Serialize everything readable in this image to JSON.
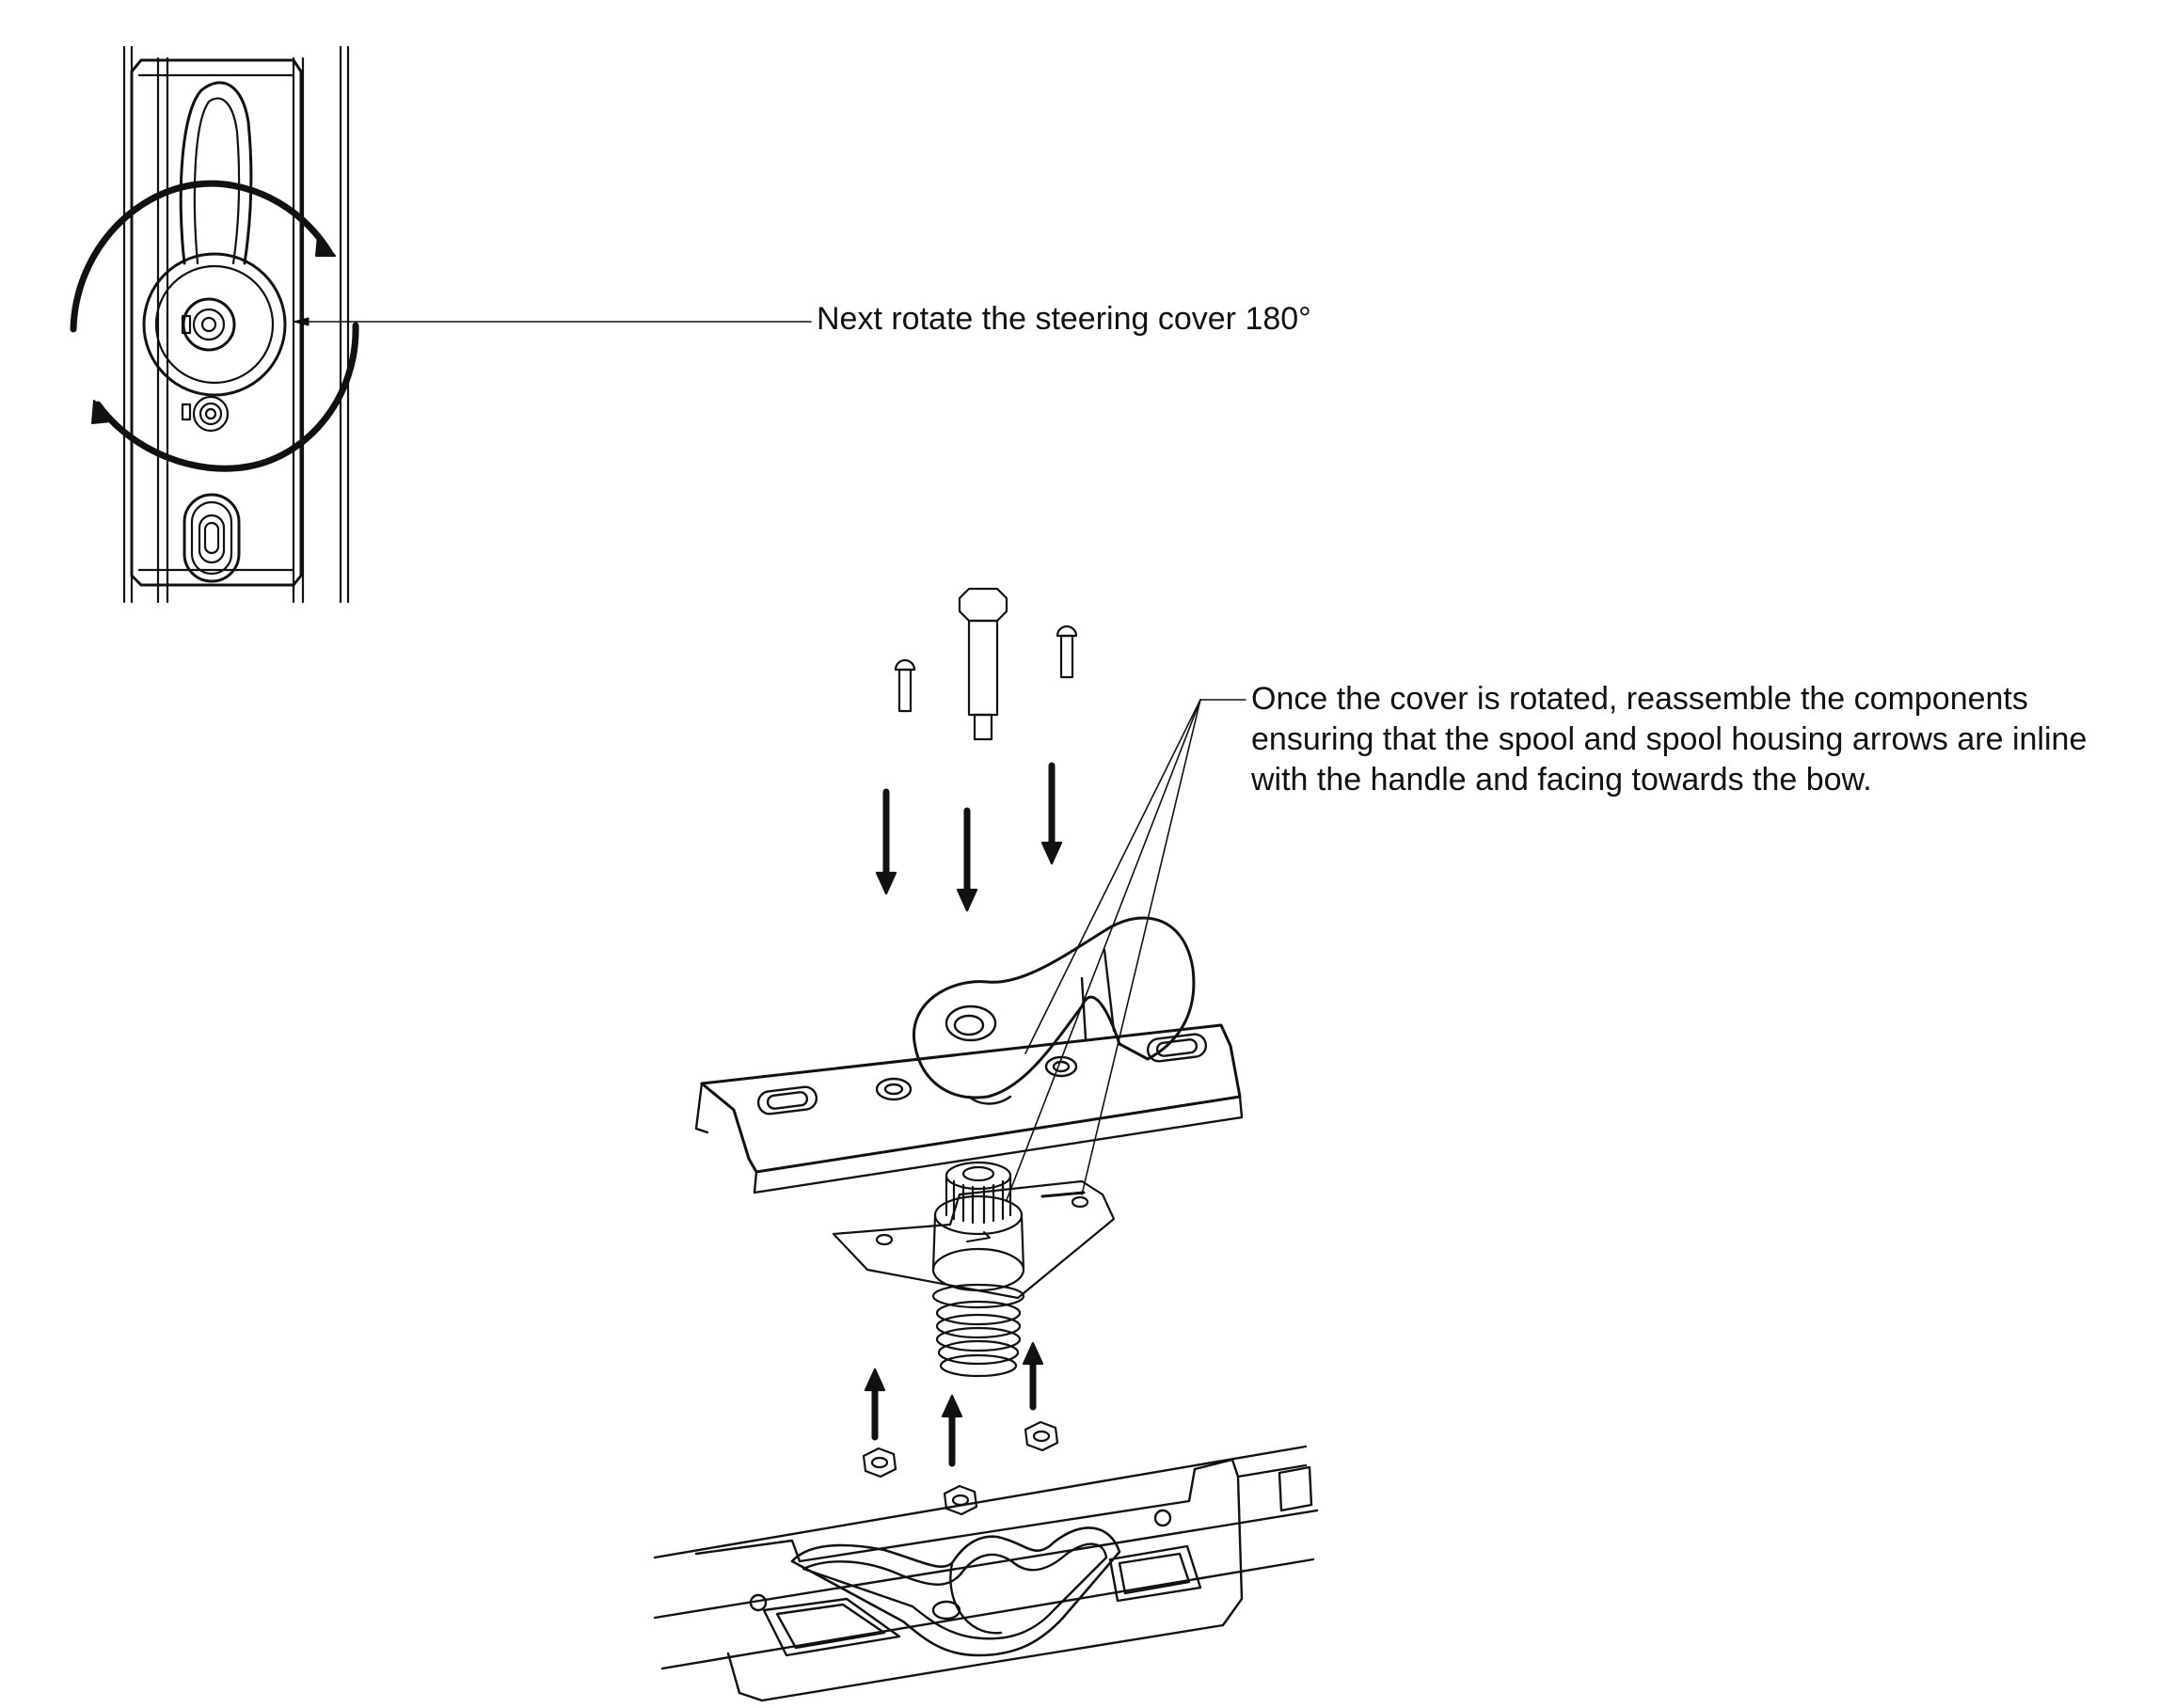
{
  "callouts": {
    "rotate_text": "Next rotate the steering cover 180°",
    "reassemble_lines": [
      "Once the cover is rotated, reassemble the components",
      "ensuring that the spool and spool housing arrows are inline",
      "with the handle and facing towards the bow."
    ]
  },
  "colors": {
    "line": "#111111",
    "background": "#ffffff"
  },
  "icons": {
    "rotation": "circular-arrow-icon",
    "direction": "arrow-icon"
  }
}
